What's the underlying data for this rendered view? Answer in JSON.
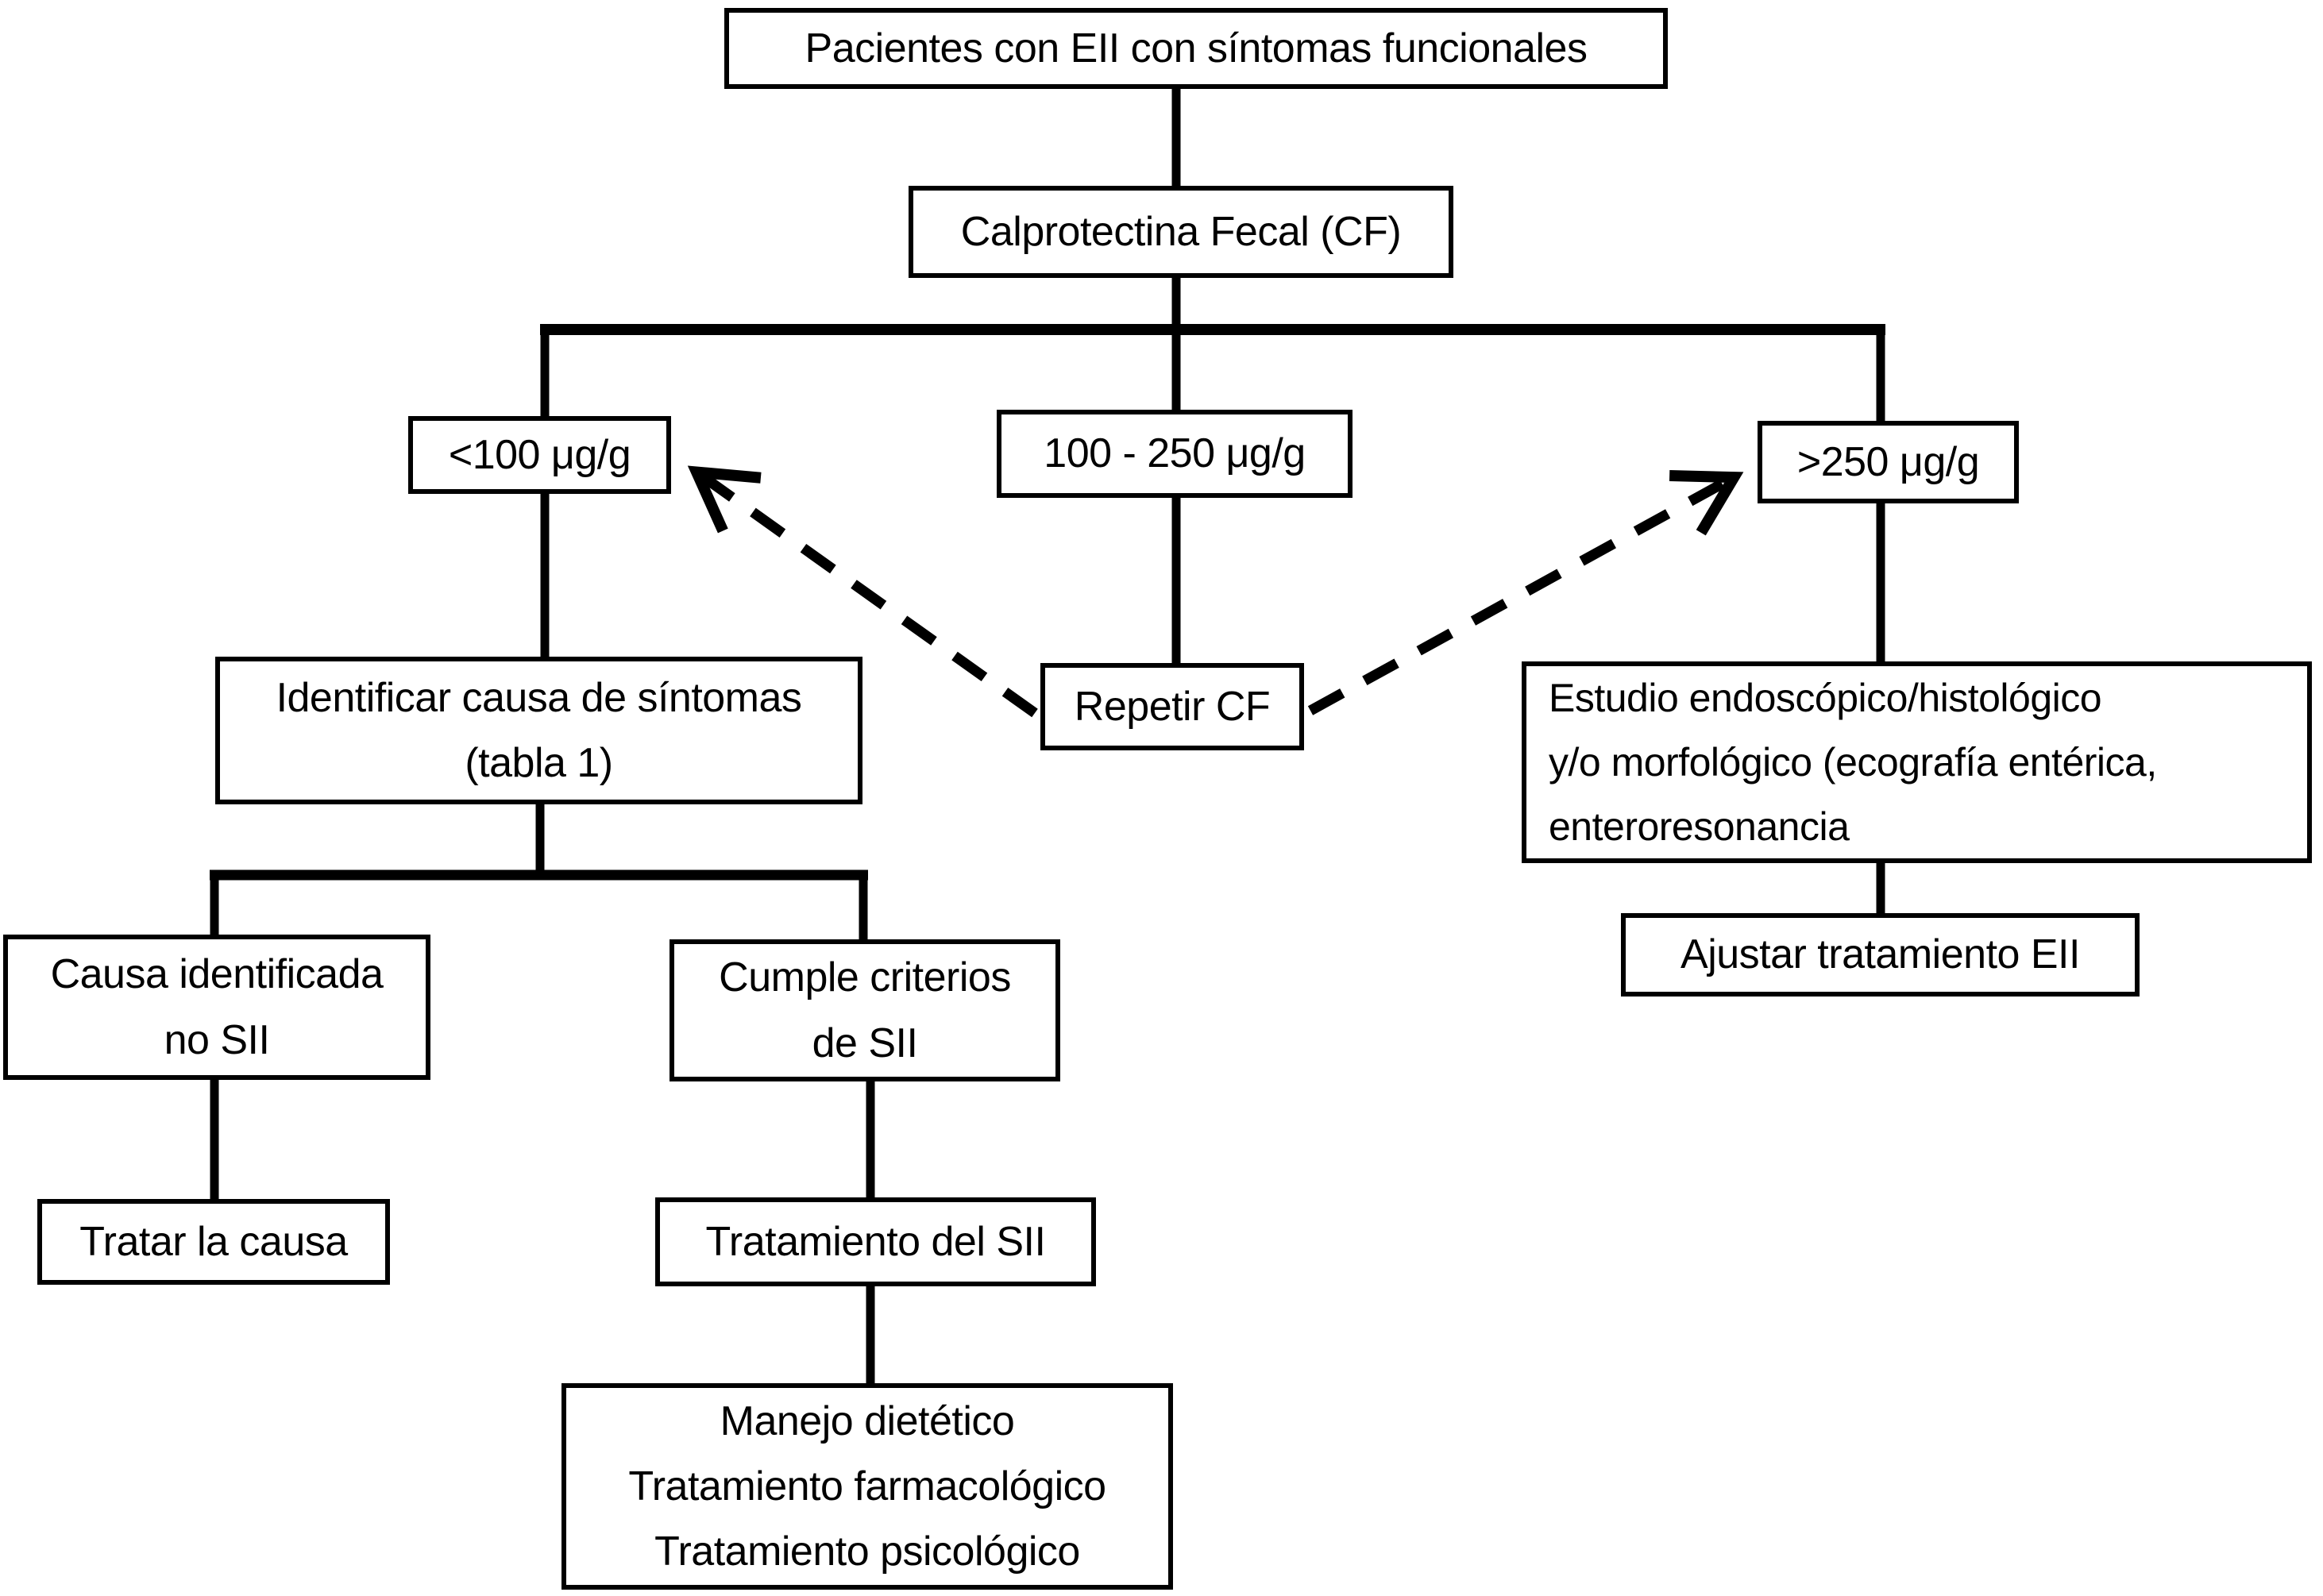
{
  "diagram": {
    "title_node": "Pacientes con EII con síntomas funcionales",
    "colors": {
      "line": "#000000",
      "background": "#ffffff",
      "box_border": "#000000"
    },
    "nodes": {
      "patients": {
        "label": "Pacientes con EII con síntomas funcionales"
      },
      "calprotectin": {
        "label": "Calprotectina Fecal (CF)"
      },
      "low": {
        "label": "<100 μg/g"
      },
      "mid": {
        "label": "100 - 250 μg/g"
      },
      "high": {
        "label": ">250 μg/g"
      },
      "identify": {
        "label": "Identificar causa de síntomas\n(tabla 1)"
      },
      "repeat_cf": {
        "label": "Repetir CF"
      },
      "study": {
        "label": "Estudio endoscópico/histológico\ny/o morfológico (ecografía entérica,\nenteroresonancia"
      },
      "adjust": {
        "label": "Ajustar tratamiento EII"
      },
      "cause_identified": {
        "label": "Causa identificada\nno SII"
      },
      "meets_criteria": {
        "label": "Cumple criterios\nde SII"
      },
      "treat_cause": {
        "label": "Tratar la causa"
      },
      "ibs_treatment": {
        "label": "Tratamiento del SII"
      },
      "management": {
        "label": "Manejo dietético\nTratamiento farmacológico\nTratamiento psicológico"
      }
    },
    "edges": {
      "dashed_left": "Repetir CF → <100 μg/g",
      "dashed_right": "Repetir CF → >250 μg/g"
    }
  }
}
